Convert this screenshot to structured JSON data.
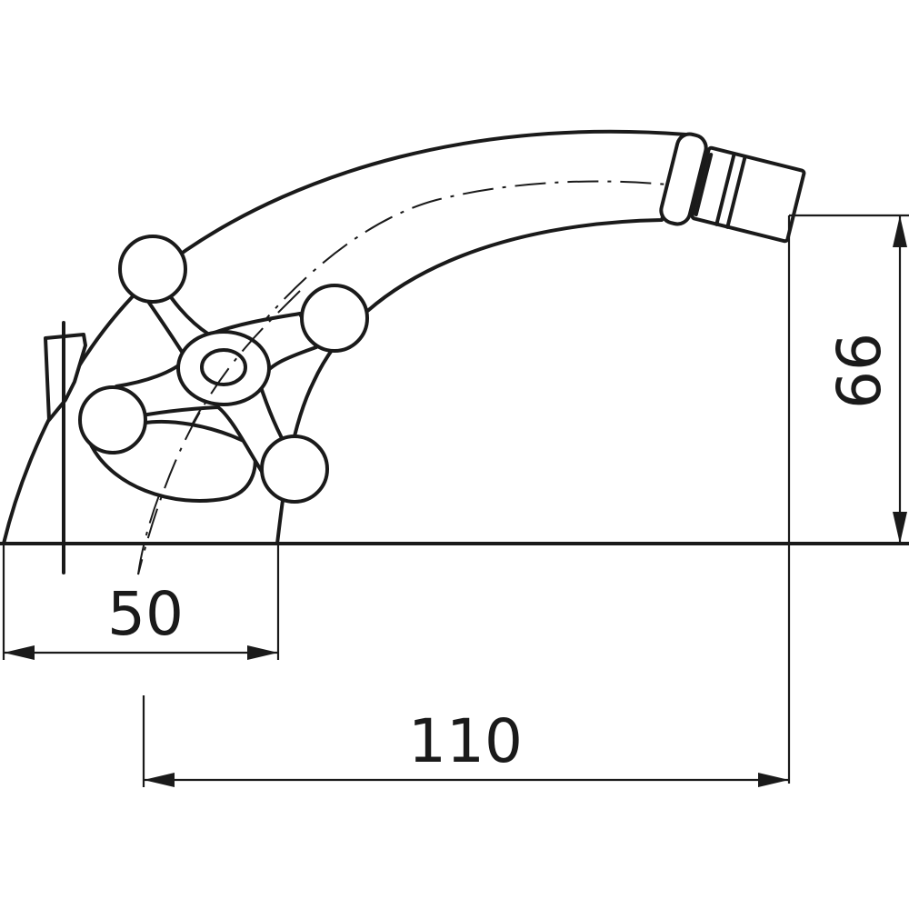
{
  "dimensions": {
    "base_width": "50",
    "spout_reach": "110",
    "spout_height": "66"
  }
}
